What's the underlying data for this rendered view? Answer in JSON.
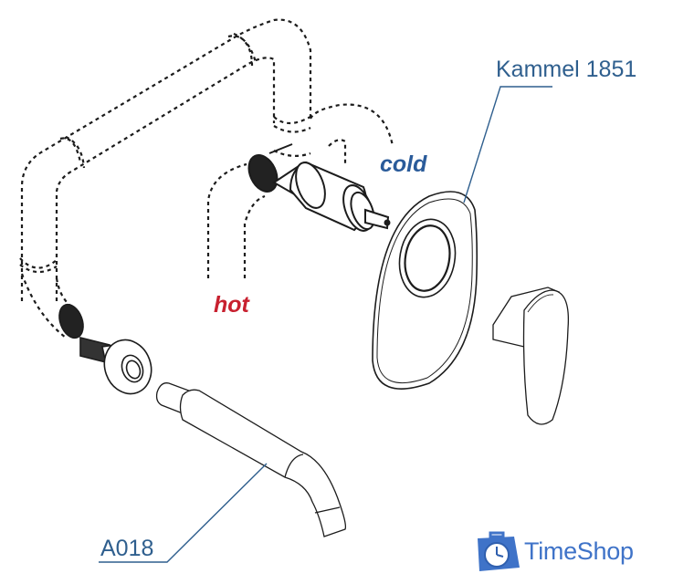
{
  "diagram": {
    "type": "exploded-view",
    "subject": "concealed single-lever shower mixer with wall spout"
  },
  "labels": {
    "mixer_model": "Kammel 1851",
    "spout_model": "A018",
    "cold": "cold",
    "hot": "hot"
  },
  "colors": {
    "label_blue": "#2f5f8e",
    "cold_blue": "#2a5b9a",
    "hot_red": "#c8202f",
    "line": "#1c1c1c",
    "logo_blue": "#3f73c8"
  },
  "parts": [
    {
      "id": "pipework",
      "style": "dashed",
      "desc": "concealed supply pipework"
    },
    {
      "id": "mixer-body",
      "desc": "mixer cartridge body with hot inlet cap"
    },
    {
      "id": "cover-plate",
      "label_ref": "mixer_model",
      "desc": "oval wall cover plate"
    },
    {
      "id": "lever-handle",
      "desc": "lever handle"
    },
    {
      "id": "spout-connector",
      "desc": "threaded connector and wall flange"
    },
    {
      "id": "spout",
      "label_ref": "spout_model",
      "desc": "wall spout"
    }
  ],
  "logo": {
    "text": "TimeShop",
    "icon": "clock-bag-icon"
  }
}
